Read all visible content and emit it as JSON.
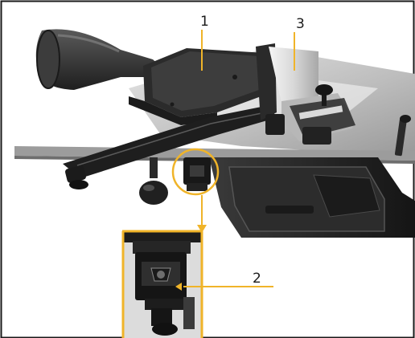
{
  "figure": {
    "callouts": [
      {
        "number": "1",
        "part": "table-cover"
      },
      {
        "number": "3",
        "part": "fence"
      },
      {
        "number": "2",
        "part": "latch"
      }
    ],
    "colors": {
      "frame": "#1a1a1a",
      "leader": "#f0b429",
      "machine_dark": "#2a2a2a",
      "machine_mid": "#4a4a4a",
      "table_light": "#dcdcdc",
      "background": "#ffffff"
    }
  }
}
